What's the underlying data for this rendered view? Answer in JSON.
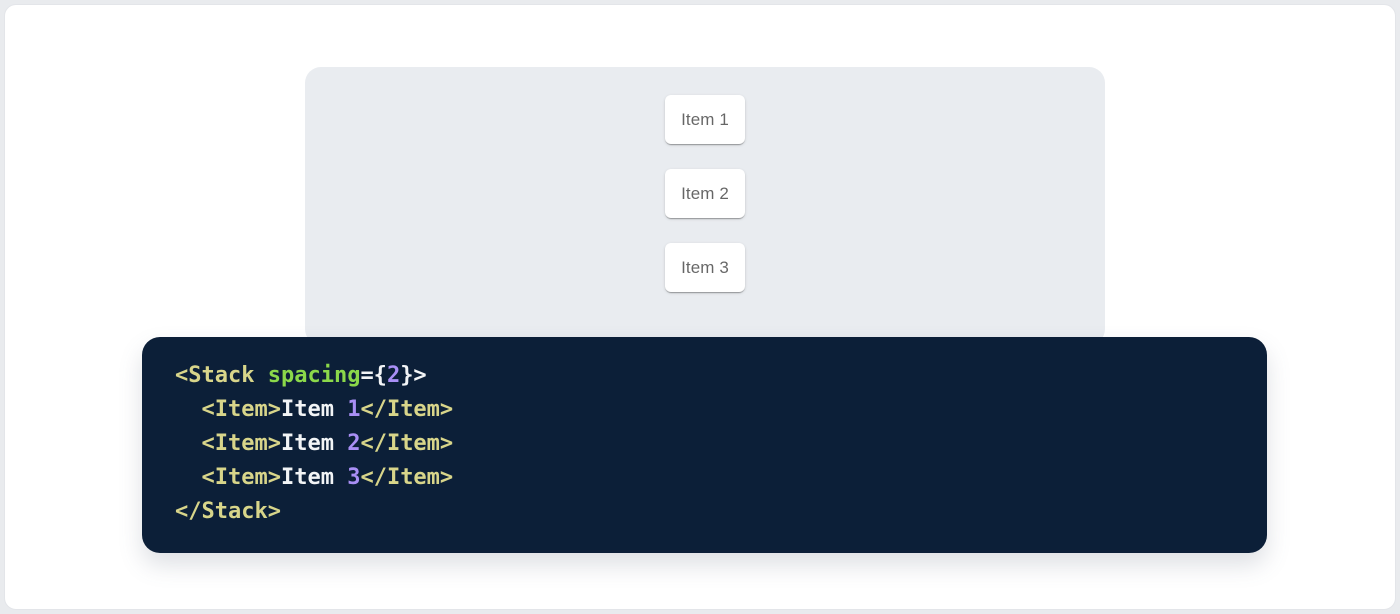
{
  "page": {
    "outer_bg": "#e9ebee",
    "card_bg": "#ffffff"
  },
  "demo": {
    "panel_bg": "#e9ecf0",
    "items": [
      {
        "label": "Item 1"
      },
      {
        "label": "Item 2"
      },
      {
        "label": "Item 3"
      }
    ]
  },
  "code": {
    "bg": "#0c1f38",
    "colors": {
      "tag": "#d8d58a",
      "attr": "#8bd84a",
      "number": "#a98ff5",
      "plain": "#f2f4f6"
    },
    "lines": [
      [
        {
          "t": "<Stack ",
          "c": "tag"
        },
        {
          "t": "spacing",
          "c": "attr"
        },
        {
          "t": "={",
          "c": "plain"
        },
        {
          "t": "2",
          "c": "number"
        },
        {
          "t": "}>",
          "c": "plain"
        }
      ],
      [
        {
          "t": "  <Item>",
          "c": "tag"
        },
        {
          "t": "Item ",
          "c": "plain"
        },
        {
          "t": "1",
          "c": "number"
        },
        {
          "t": "</Item>",
          "c": "tag"
        }
      ],
      [
        {
          "t": "  <Item>",
          "c": "tag"
        },
        {
          "t": "Item ",
          "c": "plain"
        },
        {
          "t": "2",
          "c": "number"
        },
        {
          "t": "</Item>",
          "c": "tag"
        }
      ],
      [
        {
          "t": "  <Item>",
          "c": "tag"
        },
        {
          "t": "Item ",
          "c": "plain"
        },
        {
          "t": "3",
          "c": "number"
        },
        {
          "t": "</Item>",
          "c": "tag"
        }
      ],
      [
        {
          "t": "</Stack>",
          "c": "tag"
        }
      ]
    ]
  }
}
